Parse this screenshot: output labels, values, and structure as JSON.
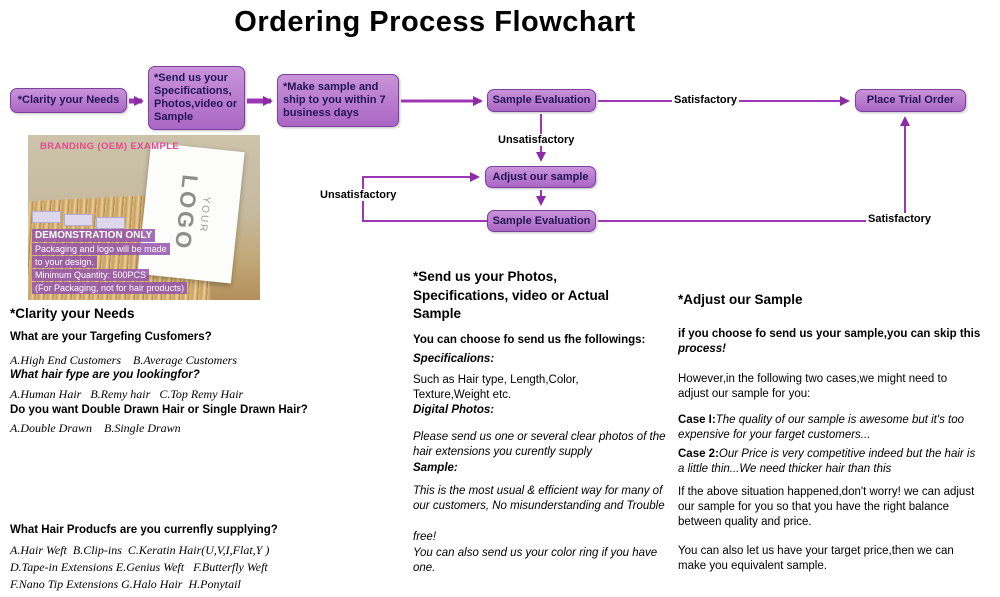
{
  "title": "Ordering Process Flowchart",
  "colors": {
    "node_fill": "#b87bce",
    "node_border": "#7d3fa0",
    "arrow": "#9c36b5",
    "brand_pink": "#e8488c",
    "caption_highlight": "#9454aa"
  },
  "flowchart": {
    "nodes": {
      "clarity": "*Clarity your Needs",
      "send": "*Send us your Specifications, Photos,video or Sample",
      "make_sample": "*Make sample and ship to you within 7 business days",
      "sample_eval_1": "Sample Evaluation",
      "place_trial_order": "Place Trial Order",
      "adjust_sample": "Adjust our sample",
      "sample_eval_2": "Sample Evaluation"
    },
    "edge_labels": {
      "satisfactory_top": "Satisfactory",
      "unsatisfactory_mid": "Unsatisfactory",
      "unsatisfactory_left": "Unsatisfactory",
      "satisfactory_bottom": "Satisfactory"
    }
  },
  "promo": {
    "brand_label": "BRANDING (OEM) EXAMPLE",
    "logo_top": "YOUR",
    "logo_main": "LOGO",
    "caption_lines": [
      "DEMONSTRATION ONLY",
      "Packaging and logo will be made",
      "to your design.",
      "Minimum Quantity: 500PCS",
      "(For Packaging, not for hair products)"
    ]
  },
  "sections": {
    "clarity": {
      "heading": "*Clarity your Needs",
      "q1": "What are your Targefing Cusfomers?",
      "a1": "A.High End Customers    B.Average Customers",
      "q2": "What hair fype are you lookingfor?",
      "a2": "A.Human Hair   B.Remy hair   C.Top Remy Hair",
      "q3": "Do you want Double Drawn Hair or Single Drawn Hair?",
      "a3": "A.Double Drawn    B.Single Drawn",
      "q4": "What Hair Producfs are you currenfly supplying?",
      "a4": [
        "A.Hair Weft  B.Clip-ins  C.Keratin Hair(U,V,I,Flat,Y )",
        "D.Tape-in Extensions E.Genius Weft   F.Butterfly Weft",
        "F.Nano Tip Extensions G.Halo Hair  H.Ponytail"
      ]
    },
    "send": {
      "heading": "*Send us your Photos, Specifications, video or Actual Sample",
      "intro": "You can choose fo send us fhe followings:",
      "spec_label": "Specificalions:",
      "spec_text": "Such as Hair type, Length,Color, Texture,Weight etc.",
      "photos_label": "Digital Photos:",
      "photos_text": "Please send us one or several clear photos of the hair extensions you curently supply",
      "sample_label": "Sample:",
      "sample_text": "This is the most usual & efficient way for many of our customers, No misunderstanding and Trouble",
      "sample_note": "free!",
      "color_ring": "You can also send us your color ring if you have one."
    },
    "adjust": {
      "heading": "*Adjust our Sample",
      "skip1": "if you choose fo send us your sample,you can skip this ",
      "skip2": "process!",
      "however": "However,in the following two cases,we might need to adjust our sample for you:",
      "case1_label": "Case I:",
      "case1_text": "The quality of our sample is awesome but it's too expensive for your farget customers...",
      "case2_label": "Case 2:",
      "case2_text": "Our Price is very competitive indeed but the hair is a little thin...We need thicker hair than this",
      "outro1": "If the above situation happened,don't worry! we can adjust our sample for you so that you have the right balance between quality and price.",
      "outro2": "You can also let us have your target price,then we can make you equivalent sample."
    }
  }
}
